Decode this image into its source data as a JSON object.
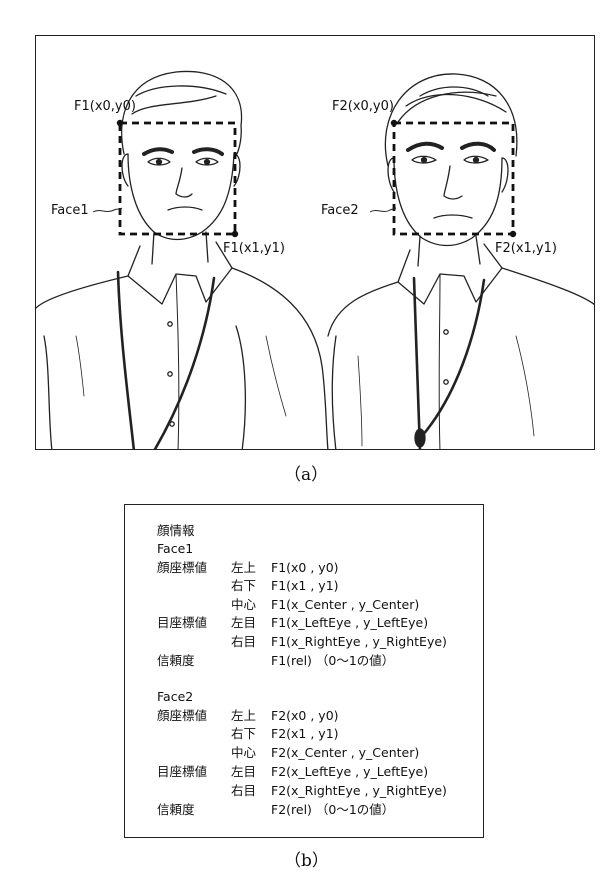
{
  "panel_a": {
    "caption": "（a）",
    "labels": {
      "f1_top_left": "F1(x0,y0)",
      "f1_bottom_right": "F1(x1,y1)",
      "face1": "Face1",
      "f2_top_left": "F2(x0,y0)",
      "f2_bottom_right": "F2(x1,y1)",
      "face2": "Face2"
    }
  },
  "panel_b": {
    "caption": "（b）",
    "title": "顔情報",
    "faces": [
      {
        "name": "Face1",
        "rows": [
          {
            "group": "顔座標値",
            "key": "左上",
            "value": "F1(x0 , y0)"
          },
          {
            "group": "",
            "key": "右下",
            "value": "F1(x1 , y1)"
          },
          {
            "group": "",
            "key": "中心",
            "value": "F1(x_Center , y_Center)"
          },
          {
            "group": "目座標値",
            "key": "左目",
            "value": "F1(x_LeftEye , y_LeftEye)"
          },
          {
            "group": "",
            "key": "右目",
            "value": "F1(x_RightEye , y_RightEye)"
          },
          {
            "group": "信頼度",
            "key": "",
            "value": "F1(rel) （0～1の値）"
          }
        ]
      },
      {
        "name": "Face2",
        "rows": [
          {
            "group": "顔座標値",
            "key": "左上",
            "value": "F2(x0 , y0)"
          },
          {
            "group": "",
            "key": "右下",
            "value": "F2(x1 , y1)"
          },
          {
            "group": "",
            "key": "中心",
            "value": "F2(x_Center , y_Center)"
          },
          {
            "group": "目座標値",
            "key": "左目",
            "value": "F2(x_LeftEye , y_LeftEye)"
          },
          {
            "group": "",
            "key": "右目",
            "value": "F2(x_RightEye , y_RightEye)"
          },
          {
            "group": "信頼度",
            "key": "",
            "value": "F2(rel) （0～1の値）"
          }
        ]
      }
    ]
  }
}
